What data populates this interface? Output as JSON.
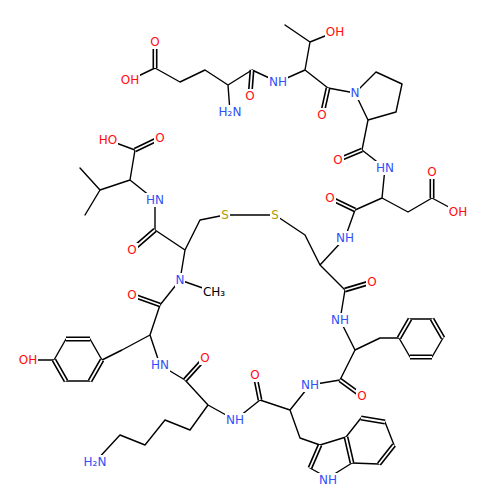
{
  "diagram": {
    "labels": [
      "OH",
      "O",
      "OH",
      "NH",
      "N",
      "O",
      "H₂N",
      "O",
      "O",
      "HO",
      "O",
      "HN",
      "O",
      "O",
      "HN",
      "OH",
      "S",
      "S",
      "NH",
      "O",
      "N",
      "CH₃",
      "O",
      "O",
      "NH",
      "OH",
      "HN",
      "O",
      "O",
      "NH",
      "O",
      "NH",
      "H₂N",
      "NH"
    ]
  }
}
